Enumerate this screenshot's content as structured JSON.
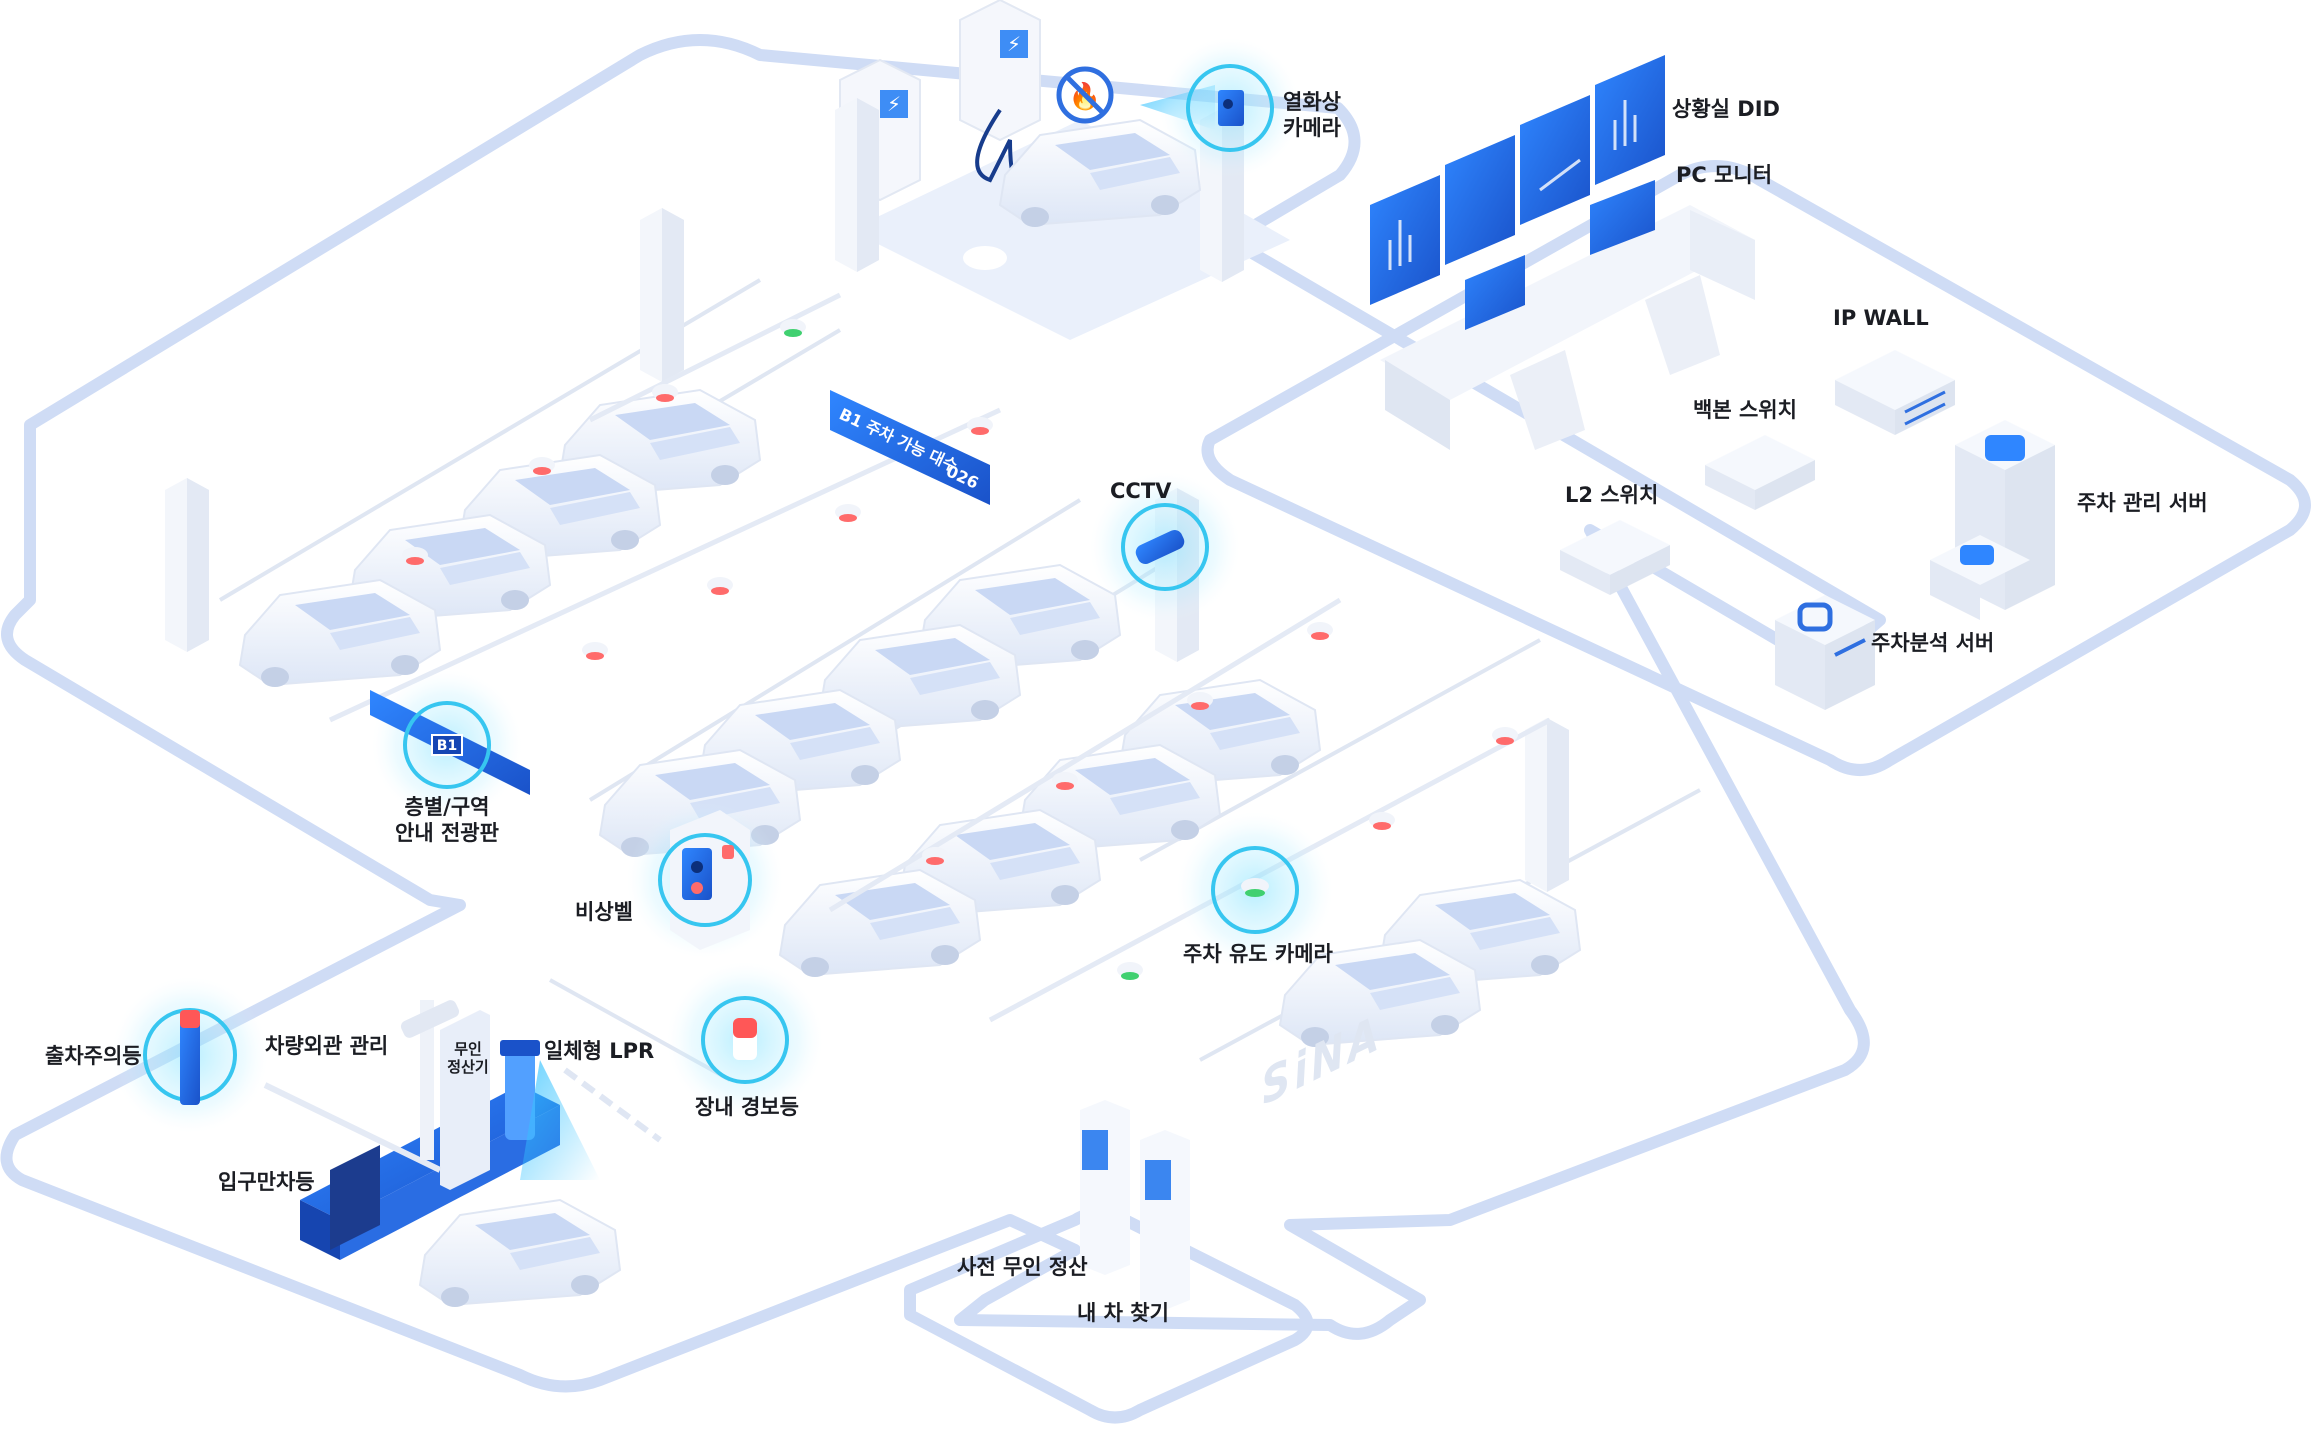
{
  "labels": {
    "thermal_camera": "열화상\n카메라",
    "situation_did": "상황실 DID",
    "pc_monitor": "PC 모니터",
    "ip_wall": "IP WALL",
    "backbone_switch": "백본 스위치",
    "l2_switch": "L2 스위치",
    "parking_mgmt_server": "주차 관리 서버",
    "parking_analysis_server": "주차분석 서버",
    "cctv": "CCTV",
    "floor_zone_sign": "층별/구역\n안내 전광판",
    "emergency_bell": "비상벨",
    "parking_guide_camera": "주차 유도 카메라",
    "exit_warning_light": "출차주의등",
    "vehicle_exterior_mgmt": "차량외관 관리",
    "unmanned_payment": "무인\n정산기",
    "integrated_lpr": "일체형 LPR",
    "indoor_alarm_light": "장내 경보등",
    "entrance_full_light": "입구만차등",
    "pre_unmanned_payment": "사전 무인 정산",
    "find_my_car": "내 차 찾기"
  },
  "signs": {
    "b1_available": "B1 주차 가능 대수",
    "b1_count": "026",
    "zone_sign_floor": "B1"
  },
  "brand": "SiNA",
  "colors": {
    "accent": "#1f6fe0",
    "accent_dark": "#1b4fbf",
    "floor_outline": "#cfdcf5",
    "sensor_red": "#ff6b6b",
    "sensor_green": "#40d070",
    "halo": "#37c6f0",
    "text": "#1b1d23"
  }
}
